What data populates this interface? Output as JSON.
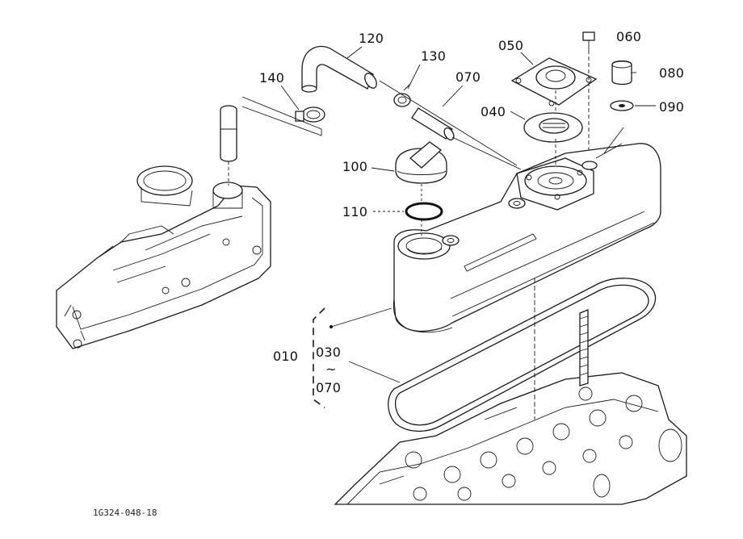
{
  "diagram": {
    "labels": {
      "p010": "010",
      "p030": "030",
      "tilde": "~",
      "p070_range": "070",
      "p040": "040",
      "p050": "050",
      "p060": "060",
      "p070": "070",
      "p080": "080",
      "p090": "090",
      "p100": "100",
      "p110": "110",
      "p120": "120",
      "p130": "130",
      "p140": "140"
    },
    "drawing_code": "1G324-048-18"
  }
}
